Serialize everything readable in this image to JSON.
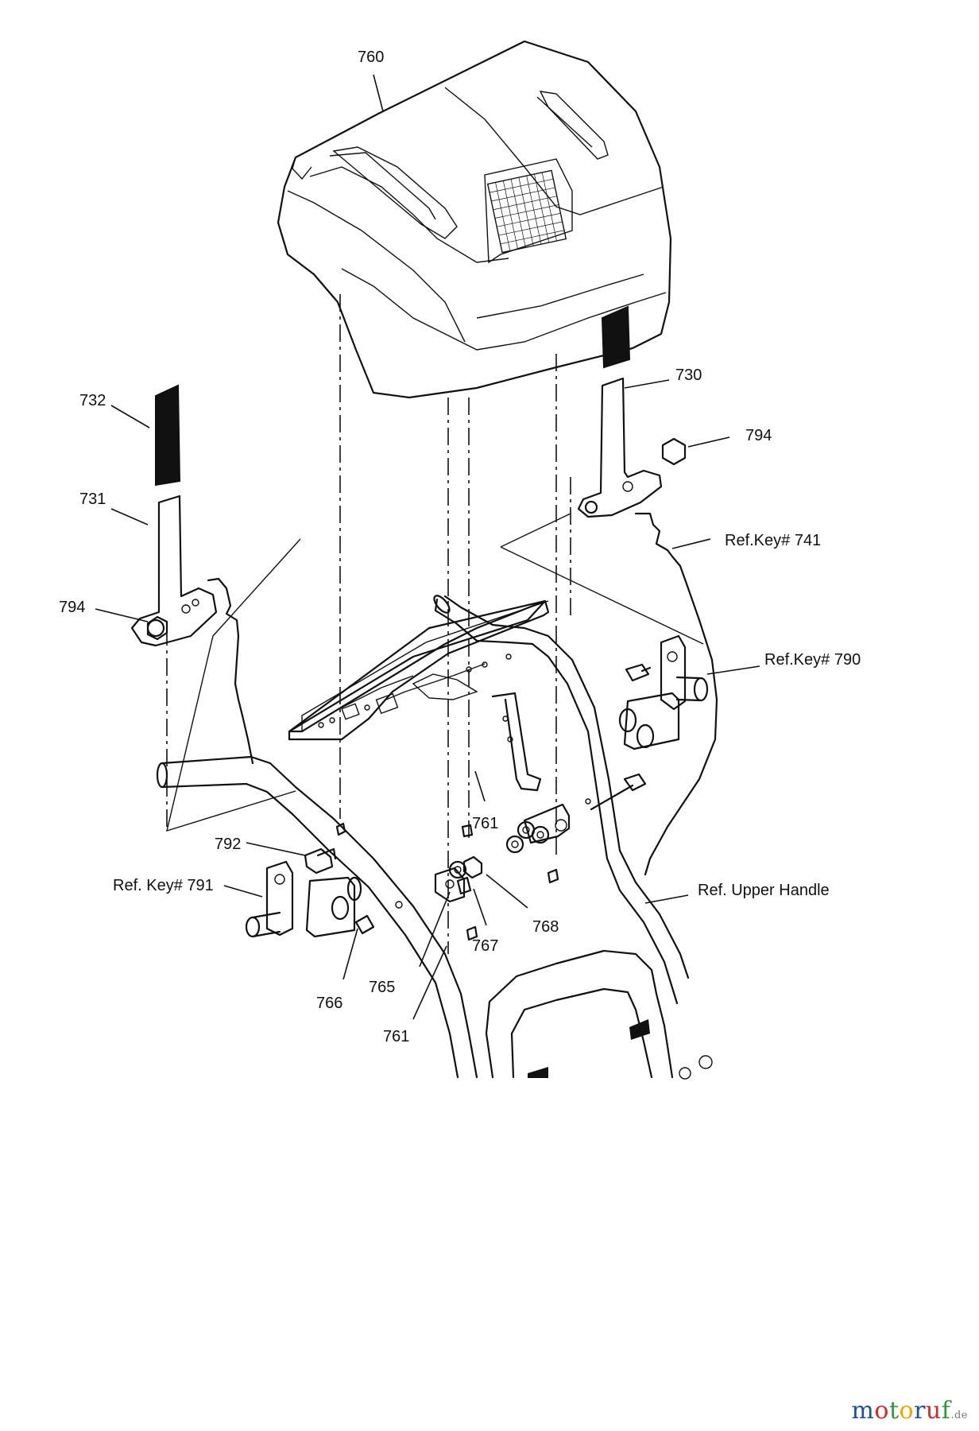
{
  "diagram": {
    "callouts": {
      "c760": "760",
      "c732": "732",
      "c730": "730",
      "c794a": "794",
      "c731": "731",
      "c741": "Ref.Key# 741",
      "c794b": "794",
      "c790": "Ref.Key# 790",
      "c761a": "761",
      "c792": "792",
      "c791": "Ref. Key# 791",
      "c768": "768",
      "c767": "767",
      "c765": "765",
      "c766": "766",
      "c761b": "761",
      "cUpper": "Ref. Upper Handle"
    }
  },
  "watermark": {
    "text": "motoruf",
    "domain": ".de",
    "colors": [
      "#1f4fa0",
      "#d42a2a",
      "#2d9a3a",
      "#f0a800",
      "#1f4fa0",
      "#d42a2a",
      "#2d9a3a"
    ]
  }
}
